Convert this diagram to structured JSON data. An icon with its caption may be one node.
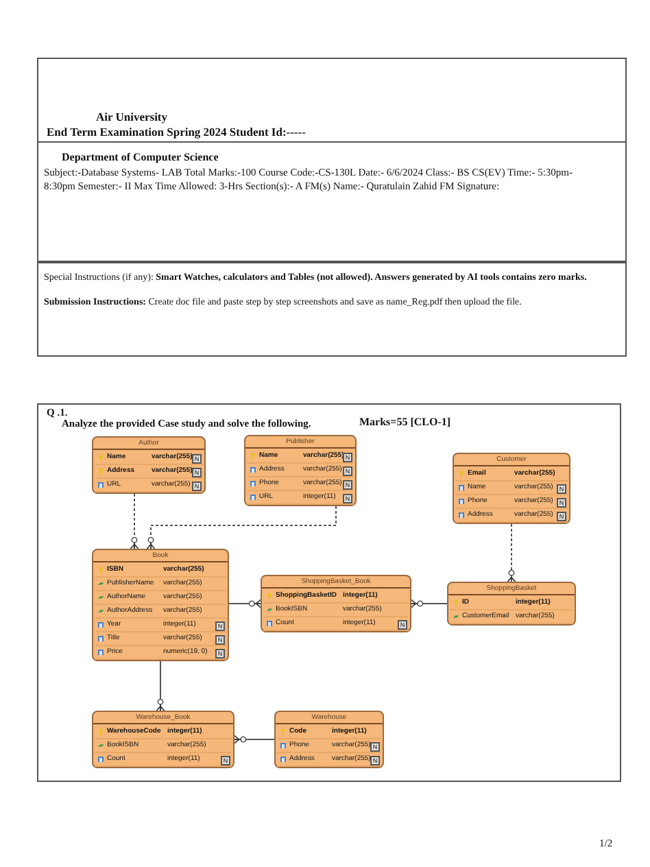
{
  "diagram": {
    "nodes": [
      {
        "text": [
          "Author"
        ]
      },
      {
        "text": [
          "Name",
          "varchar(255)",
          "N"
        ],
        "in": 0
      },
      {
        "text": [
          "Address",
          "varchar(255)",
          "N"
        ],
        "in": 0
      },
      {
        "text": [
          "URL",
          "varchar(255)",
          "N"
        ],
        "in": 0
      },
      {
        "text": [
          "Publisher"
        ]
      },
      {
        "text": [
          "Name",
          "varchar(255)",
          "N"
        ],
        "in": 4
      },
      {
        "text": [
          "Address",
          "varchar(255)",
          "N"
        ],
        "in": 4
      },
      {
        "text": [
          "Phone",
          "varchar(255)",
          "N"
        ],
        "in": 4
      },
      {
        "text": [
          "URL",
          "integer(11)",
          "N"
        ],
        "in": 4
      },
      {
        "text": [
          "Customer"
        ]
      },
      {
        "text": [
          "Email",
          "varchar(255)"
        ],
        "in": 9
      },
      {
        "text": [
          "Name",
          "varchar(255)",
          "N"
        ],
        "in": 9
      },
      {
        "text": [
          "Phone",
          "varchar(255)",
          "N"
        ],
        "in": 9
      },
      {
        "text": [
          "Address",
          "varchar(255)",
          "N"
        ],
        "in": 9
      },
      {
        "text": [
          "Book"
        ]
      },
      {
        "text": [
          "ISBN",
          "varchar(255)"
        ],
        "in": 14
      },
      {
        "text": [
          "PublisherName",
          "varchar(255)"
        ],
        "in": 14
      },
      {
        "text": [
          "AuthorName",
          "varchar(255)"
        ],
        "in": 14
      },
      {
        "text": [
          "AuthorAddress",
          "varchar(255)"
        ],
        "in": 14
      },
      {
        "text": [
          "Year",
          "integer(11)",
          "N"
        ],
        "in": 14
      },
      {
        "text": [
          "Title",
          "varchar(255)",
          "N"
        ],
        "in": 14
      },
      {
        "text": [
          "Price",
          "numeric(19, 0)",
          "N"
        ],
        "in": 14
      },
      {
        "text": [
          "ShoppingBasket_Book"
        ]
      },
      {
        "text": [
          "ShoppingBasketID",
          "integer(11)"
        ],
        "in": 22
      },
      {
        "text": [
          "BookISBN",
          "varchar(255)"
        ],
        "in": 22
      },
      {
        "text": [
          "Count",
          "integer(11)",
          "N"
        ],
        "in": 22
      },
      {
        "text": [
          "ShoppingBasket"
        ]
      },
      {
        "text": [
          "ID",
          "integer(11)"
        ],
        "in": 26
      },
      {
        "text": [
          "CustomerEmail",
          "varchar(255)"
        ],
        "in": 26
      },
      {
        "text": [
          "Warehouse_Book"
        ]
      },
      {
        "text": [
          "WarehouseCode",
          "integer(11)"
        ],
        "in": 29
      },
      {
        "text": [
          "BookISBN",
          "varchar(255)"
        ],
        "in": 29
      },
      {
        "text": [
          "Count",
          "integer(11)",
          "N"
        ],
        "in": 29
      },
      {
        "text": [
          "Warehouse"
        ]
      },
      {
        "text": [
          "Code",
          "integer(11)"
        ],
        "in": 33
      },
      {
        "text": [
          "Phone",
          "varchar(255)",
          "N"
        ],
        "in": 33
      },
      {
        "text": [
          "Address",
          "varchar(255)",
          "N"
        ],
        "in": 33
      }
    ],
    "edges": [
      {
        "from": 0,
        "to": 14,
        "arrow": "other",
        "style": "dashed"
      },
      {
        "from": 4,
        "to": 14,
        "arrow": "other",
        "style": "dashed"
      },
      {
        "from": 9,
        "to": 26,
        "arrow": "other",
        "style": "dashed"
      },
      {
        "from": 14,
        "to": 22,
        "arrow": "other"
      },
      {
        "from": 26,
        "to": 22,
        "arrow": "other"
      },
      {
        "from": 14,
        "to": 29,
        "arrow": "other"
      },
      {
        "from": 33,
        "to": 29,
        "arrow": "other"
      }
    ],
    "labels": [
      "Air University",
      "End Term Examination Spring 2024 Student Id:-----",
      "Department of Computer Science",
      "Subject:-Database Systems- LAB Total Marks:-100 Course Code:-CS-130L Date:- 6/6/2024 Class:- BS CS(EV) Time:- 5:30pm-8:30pm Semester:- II Max Time Allowed: 3-Hrs Section(s):- A FM(s) Name:- Quratulain Zahid FM Signature:",
      "Special Instructions (if any): **Smart Watches, calculators and Tables (not allowed). Answers generated by AI tools contains zero marks.**",
      "**Submission Instructions:** Create doc file and paste step by step screenshots and save as name_Reg.pdf then upload the file.",
      "Q .1.",
      "Analyze the provided Case study and solve the following.",
      "Marks=55 [CLO-1]",
      "1/2"
    ]
  }
}
